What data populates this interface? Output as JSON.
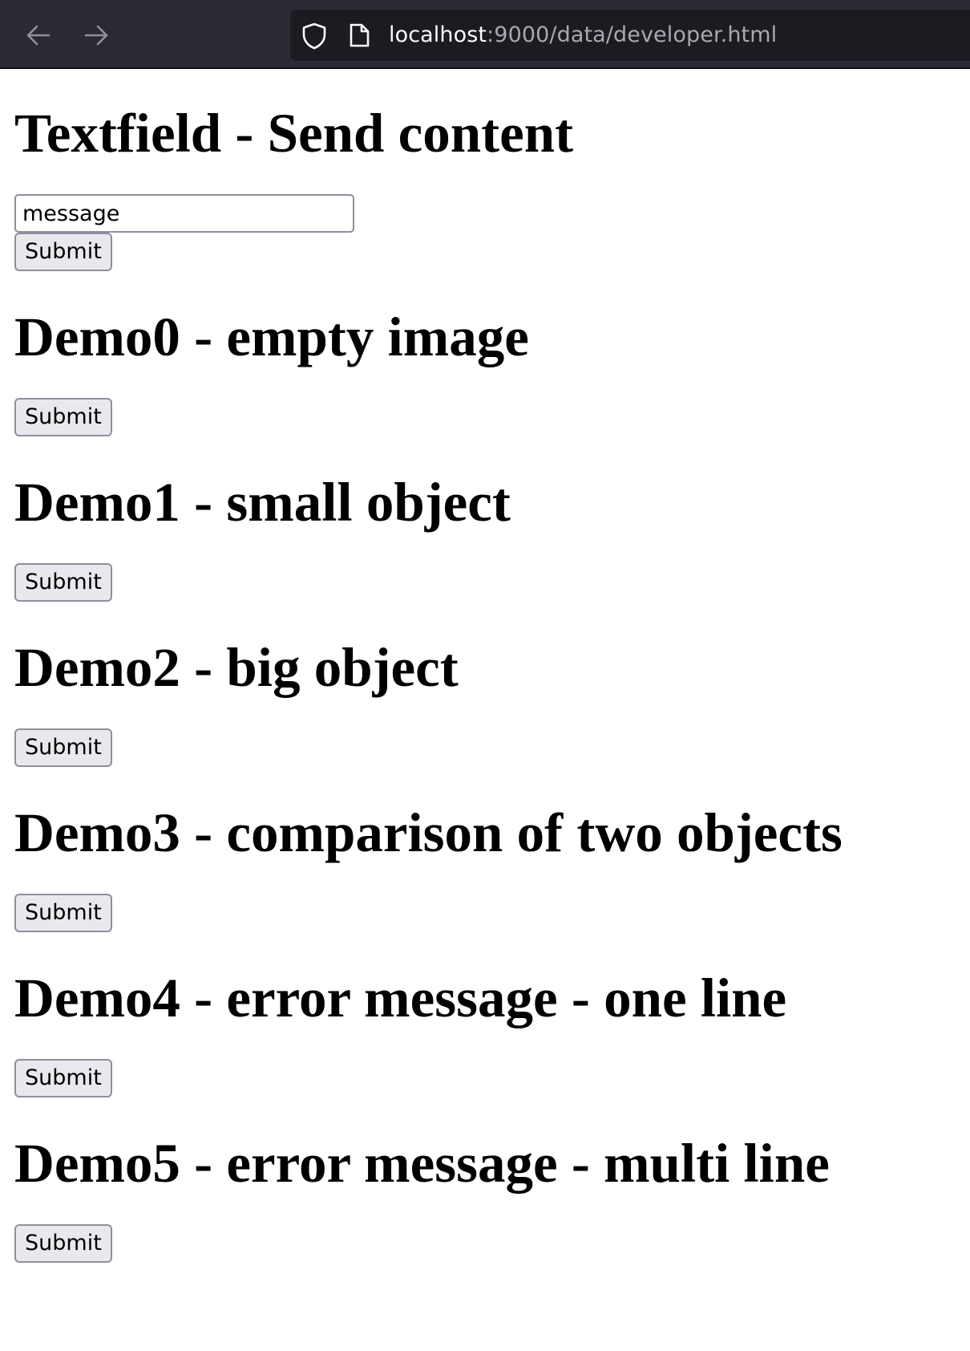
{
  "browser": {
    "url_host": "localhost",
    "url_rest": ":9000/data/developer.html",
    "icons": {
      "back": "arrow-left-icon",
      "forward": "arrow-right-icon",
      "security": "shield-icon",
      "page": "page-icon"
    },
    "colors": {
      "toolbar_bg": "#2b2a33",
      "urlbar_bg": "#1c1b22",
      "url_host_text": "#fbfbfe",
      "url_rest_text": "#a9a8b0"
    }
  },
  "page": {
    "textfield_section": {
      "heading": "Textfield - Send content",
      "input_value": "message",
      "submit_label": "Submit"
    },
    "demos": [
      {
        "heading": "Demo0 - empty image",
        "submit_label": "Submit"
      },
      {
        "heading": "Demo1 - small object",
        "submit_label": "Submit"
      },
      {
        "heading": "Demo2 - big object",
        "submit_label": "Submit"
      },
      {
        "heading": "Demo3 - comparison of two objects",
        "submit_label": "Submit"
      },
      {
        "heading": "Demo4 - error message - one line",
        "submit_label": "Submit"
      },
      {
        "heading": "Demo5 - error message - multi line",
        "submit_label": "Submit"
      }
    ]
  }
}
